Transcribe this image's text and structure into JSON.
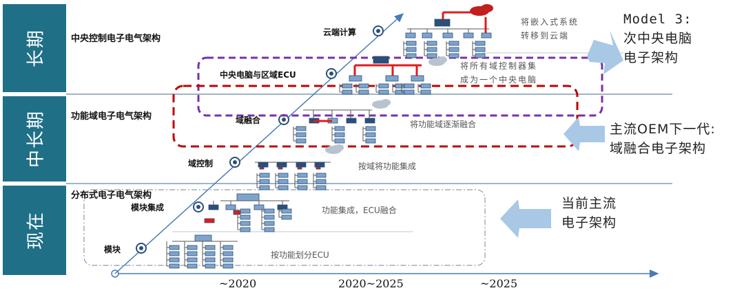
{
  "bands": [
    {
      "label": "长期"
    },
    {
      "label": "中长期"
    },
    {
      "label": "现在"
    }
  ],
  "architectures": {
    "central": "中央控制电子电气架构",
    "domain": "功能域电子电气架构",
    "distributed": "分布式电子电气架构"
  },
  "stages": [
    {
      "label": "云端计算"
    },
    {
      "label": "中央电脑与区域ECU"
    },
    {
      "label": "域融合"
    },
    {
      "label": "域控制"
    },
    {
      "label": "模块集成"
    },
    {
      "label": "模块"
    }
  ],
  "descriptions": {
    "cloud_line1": "将嵌入式系统",
    "cloud_line2": "转移到云端",
    "central_line1": "将所有域控制器集",
    "central_line2": "成为一个中央电脑",
    "fusion": "将功能域逐渐融合",
    "domain_ctrl": "按域将功能集成",
    "module_integ": "功能集成，ECU融合",
    "module": "按功能划分ECU"
  },
  "callouts": {
    "model3_line1": "Model 3:",
    "model3_line2": "次中央电脑",
    "model3_line3": "电子架构",
    "oem_line1": "主流OEM下一代:",
    "oem_line2": "域融合电子架构",
    "current_line1": "当前主流",
    "current_line2": "电子架构"
  },
  "years": [
    "~2020",
    "2020~2025",
    "~2025"
  ],
  "colors": {
    "band": "#1f6f87",
    "ecu_box": "#7fa4cc",
    "ecu_dark": "#2c4e77",
    "wire_red": "#e11b1b",
    "dash_purple": "#7b2fa6",
    "dash_red": "#c00000",
    "arrow_blue": "#a8c8e6",
    "axis": "#4a7bb5"
  }
}
